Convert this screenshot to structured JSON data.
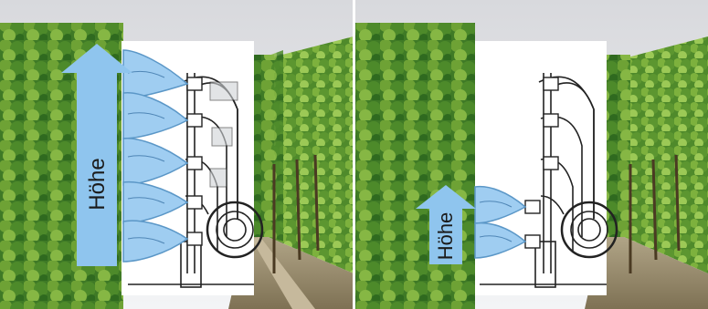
{
  "panels": [
    {
      "name": "high-spray",
      "arrow_label": "Höhe",
      "nozzle_rows_active": 5
    },
    {
      "name": "low-spray",
      "arrow_label": "Höhe",
      "nozzle_rows_active": 2
    }
  ],
  "colors": {
    "sky": "#e6e7ea",
    "foliage_dark": "#2f6a1f",
    "foliage_mid": "#5f9b2a",
    "foliage_light": "#9fc955",
    "ground": "#9b8d6a",
    "spray": "#9fcdf1",
    "arrow": "#8fc5ee",
    "diagram_bg": "#ffffff",
    "line": "#222222"
  }
}
